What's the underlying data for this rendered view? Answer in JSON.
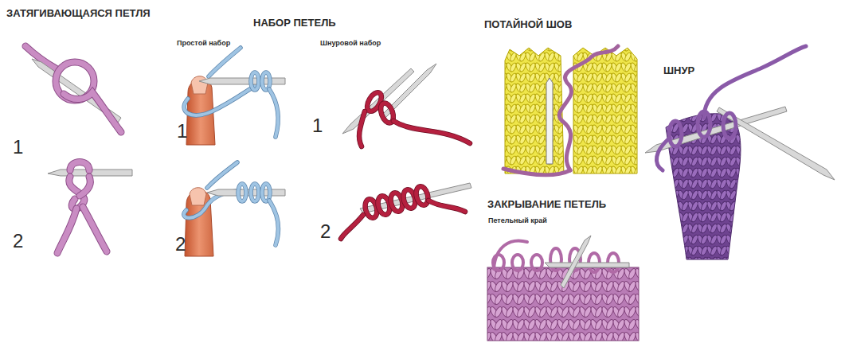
{
  "diagram": {
    "labels": [
      "ЗАТЯГИВАЮЩАЯСЯ ПЕТЛЯ",
      "1",
      "2",
      "НАБОР ПЕТЕЛЬ",
      "Простой набор",
      "1",
      "2",
      "Шнуровой набор",
      "1",
      "2",
      "ПОТАЙНОЙ ШОВ",
      "ШНУР",
      "ЗАКРЫВАНИЕ ПЕТЕЛЬ",
      "Петельный край"
    ]
  }
}
